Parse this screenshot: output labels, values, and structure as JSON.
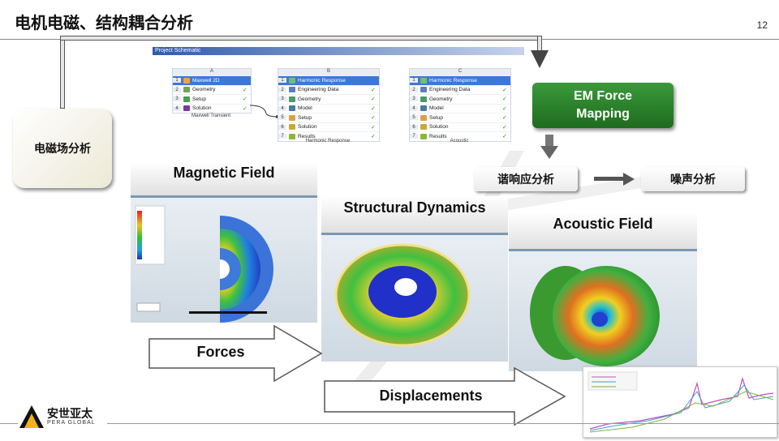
{
  "slide": {
    "title": "电机电磁、结构耦合分析",
    "page_number": "12"
  },
  "schematic": {
    "header": "Project Schematic",
    "systems": [
      {
        "letter": "A",
        "caption": "Maxwell Transient",
        "rows": [
          {
            "n": "1",
            "label": "Maxwell 2D",
            "hl": true
          },
          {
            "n": "2",
            "label": "Geometry"
          },
          {
            "n": "3",
            "label": "Setup"
          },
          {
            "n": "4",
            "label": "Solution"
          }
        ]
      },
      {
        "letter": "B",
        "caption": "Harmonic Response",
        "rows": [
          {
            "n": "1",
            "label": "Harmonic Response",
            "hl": true
          },
          {
            "n": "2",
            "label": "Engineering Data"
          },
          {
            "n": "3",
            "label": "Geometry"
          },
          {
            "n": "4",
            "label": "Model"
          },
          {
            "n": "5",
            "label": "Setup"
          },
          {
            "n": "6",
            "label": "Solution"
          },
          {
            "n": "7",
            "label": "Results"
          }
        ]
      },
      {
        "letter": "C",
        "caption": "Acoustic",
        "rows": [
          {
            "n": "1",
            "label": "Harmonic Response",
            "hl": true
          },
          {
            "n": "2",
            "label": "Engineering Data"
          },
          {
            "n": "3",
            "label": "Geometry"
          },
          {
            "n": "4",
            "label": "Model"
          },
          {
            "n": "5",
            "label": "Setup"
          },
          {
            "n": "6",
            "label": "Solution"
          },
          {
            "n": "7",
            "label": "Results"
          }
        ]
      }
    ]
  },
  "boxes": {
    "em_analysis": "电磁场分析",
    "em_force_line1": "EM Force",
    "em_force_line2": "Mapping",
    "harmonic": "谐响应分析",
    "noise": "噪声分析"
  },
  "panels": {
    "magnetic": "Magnetic Field",
    "structural": "Structural Dynamics",
    "acoustic": "Acoustic Field"
  },
  "arrows": {
    "forces": "Forces",
    "displacements": "Displacements"
  },
  "logo": {
    "name_cn": "安世亚太",
    "name_en": "PERA GLOBAL"
  },
  "colors": {
    "green": "#2a842a",
    "line_blue": "#7d97b0"
  }
}
